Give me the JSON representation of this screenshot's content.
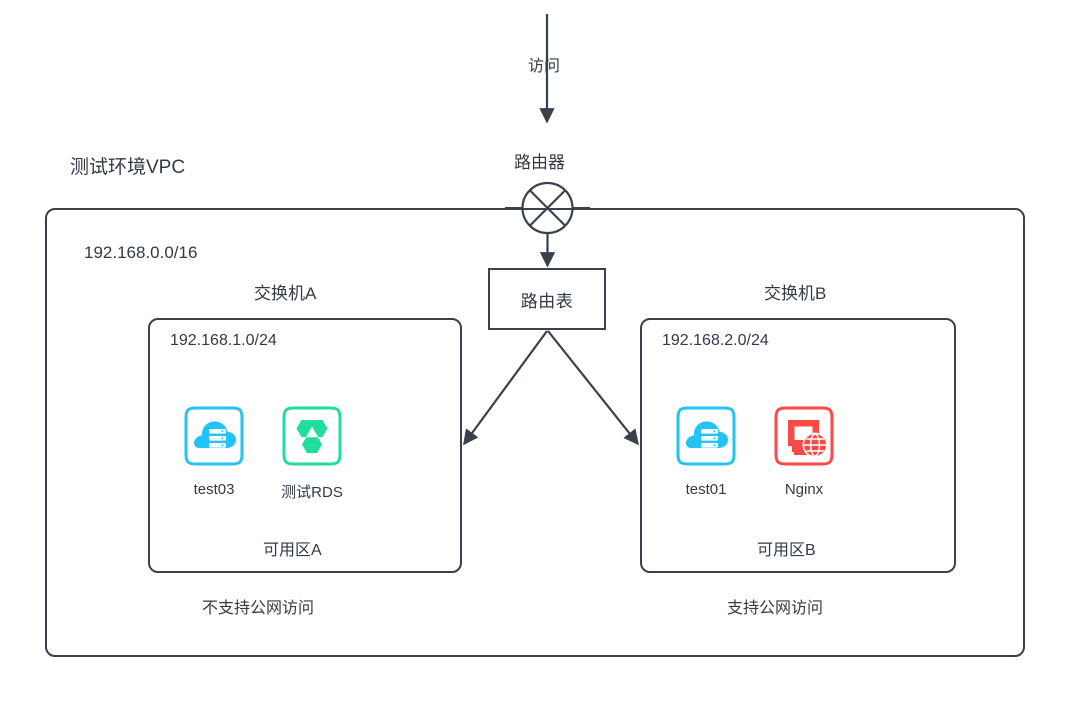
{
  "diagram": {
    "title": "测试环境VPC",
    "vpc_cidr": "192.168.0.0/16",
    "internet": {
      "access_label": "访问",
      "router_label": "路由器",
      "router_icon": "router-crossed-circle-icon",
      "arrow_icon": "arrow-down-icon"
    },
    "route_table": {
      "label": "路由表"
    },
    "switches": [
      {
        "title": "交换机A",
        "cidr": "192.168.1.0/24",
        "zone_label": "可用区A",
        "note": "不支持公网访问",
        "resources": [
          {
            "name": "test03",
            "icon": "ecs-cloud-server-icon",
            "color": "#24c3f5"
          },
          {
            "name": "测试RDS",
            "icon": "rds-database-icon",
            "color": "#1fdd9a"
          }
        ]
      },
      {
        "title": "交换机B",
        "cidr": "192.168.2.0/24",
        "zone_label": "可用区B",
        "note": "支持公网访问",
        "resources": [
          {
            "name": "test01",
            "icon": "ecs-cloud-server-icon",
            "color": "#24c3f5"
          },
          {
            "name": "Nginx",
            "icon": "web-server-globe-icon",
            "color": "#fb4a45"
          }
        ]
      }
    ],
    "colors": {
      "line": "#39414c",
      "text": "#333a44",
      "ecs_cyan": "#24c3f5",
      "rds_green": "#1fdd9a",
      "nginx_red": "#fb4a45",
      "background": "#ffffff"
    }
  }
}
